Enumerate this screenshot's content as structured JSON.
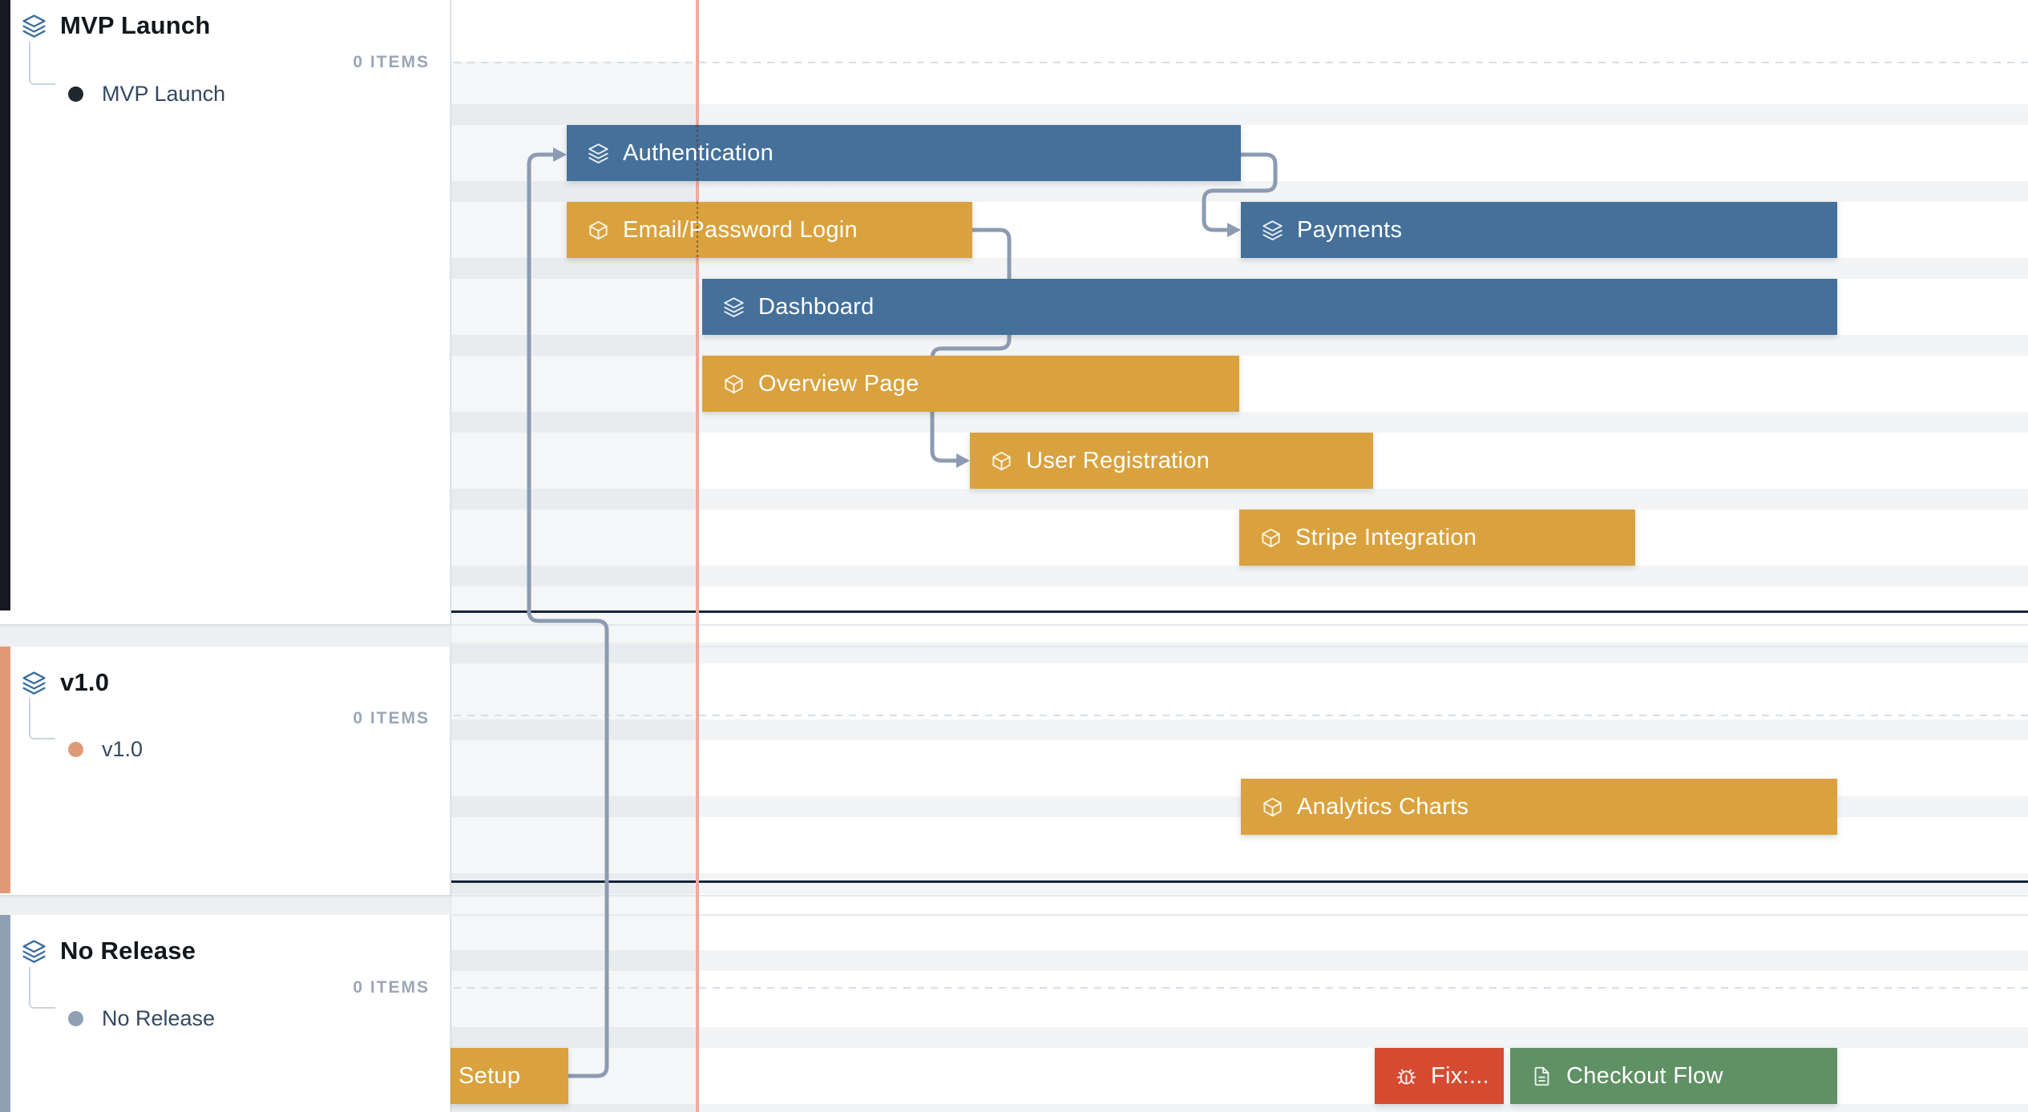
{
  "sidebar": {
    "sections": [
      {
        "name": "MVP Launch",
        "items": "0 ITEMS",
        "bullet": "MVP Launch",
        "color": "#1f2730"
      },
      {
        "name": "v1.0",
        "items": "0 ITEMS",
        "bullet": "v1.0",
        "color": "#df9a78"
      },
      {
        "name": "No Release",
        "items": "0 ITEMS",
        "bullet": "No Release",
        "color": "#8fa0b5"
      }
    ]
  },
  "chart": {
    "bars": [
      {
        "label": "Authentication",
        "kind": "epic"
      },
      {
        "label": "Email/Password Login",
        "kind": "feature"
      },
      {
        "label": "Payments",
        "kind": "epic"
      },
      {
        "label": "Dashboard",
        "kind": "epic"
      },
      {
        "label": "Overview Page",
        "kind": "feature"
      },
      {
        "label": "User Registration",
        "kind": "feature"
      },
      {
        "label": "Stripe Integration",
        "kind": "feature"
      },
      {
        "label": "Analytics Charts",
        "kind": "feature"
      },
      {
        "label": "Setup",
        "kind": "feature"
      },
      {
        "label": "Fix:...",
        "kind": "bug"
      },
      {
        "label": "Checkout Flow",
        "kind": "story"
      }
    ]
  },
  "colors": {
    "epic": "#44709a",
    "feature": "#d9a23e",
    "bug": "#d54b31",
    "story": "#5f9165",
    "today_line": "#f4a99c",
    "connector": "#8c9bb1"
  }
}
